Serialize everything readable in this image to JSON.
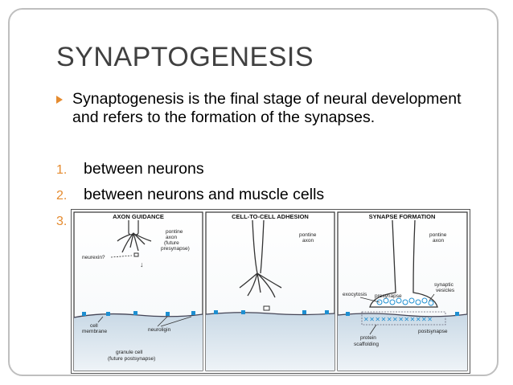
{
  "slide": {
    "title": "SYNAPTOGENESIS",
    "bullet": "Synaptogenesis is the final stage of neural development and refers to the formation of the synapses.",
    "list": [
      {
        "num": "1.",
        "text": "between neurons"
      },
      {
        "num": "2.",
        "text": "between neurons and muscle cells"
      },
      {
        "num": "3.",
        "text": ""
      }
    ],
    "accent_color": "#e58b2f"
  },
  "figure": {
    "panels": [
      {
        "header": "AXON GUIDANCE",
        "labels": {
          "axon": "pontine axon (future presynapse)",
          "neurexin": "neurexin?",
          "membrane": "cell membrane",
          "neuroligin": "neuroligin",
          "granule": "granule cell (future postsynapse)"
        }
      },
      {
        "header": "CELL-TO-CELL ADHESION",
        "labels": {
          "axon": "pontine axon"
        }
      },
      {
        "header": "SYNAPSE FORMATION",
        "labels": {
          "axon": "pontine axon",
          "exocytosis": "exocytosis",
          "presynapse": "presynapse",
          "vesicles": "synaptic vesicles",
          "postsynapse": "postsynapse",
          "scaffolding": "protein scaffolding"
        }
      }
    ]
  }
}
